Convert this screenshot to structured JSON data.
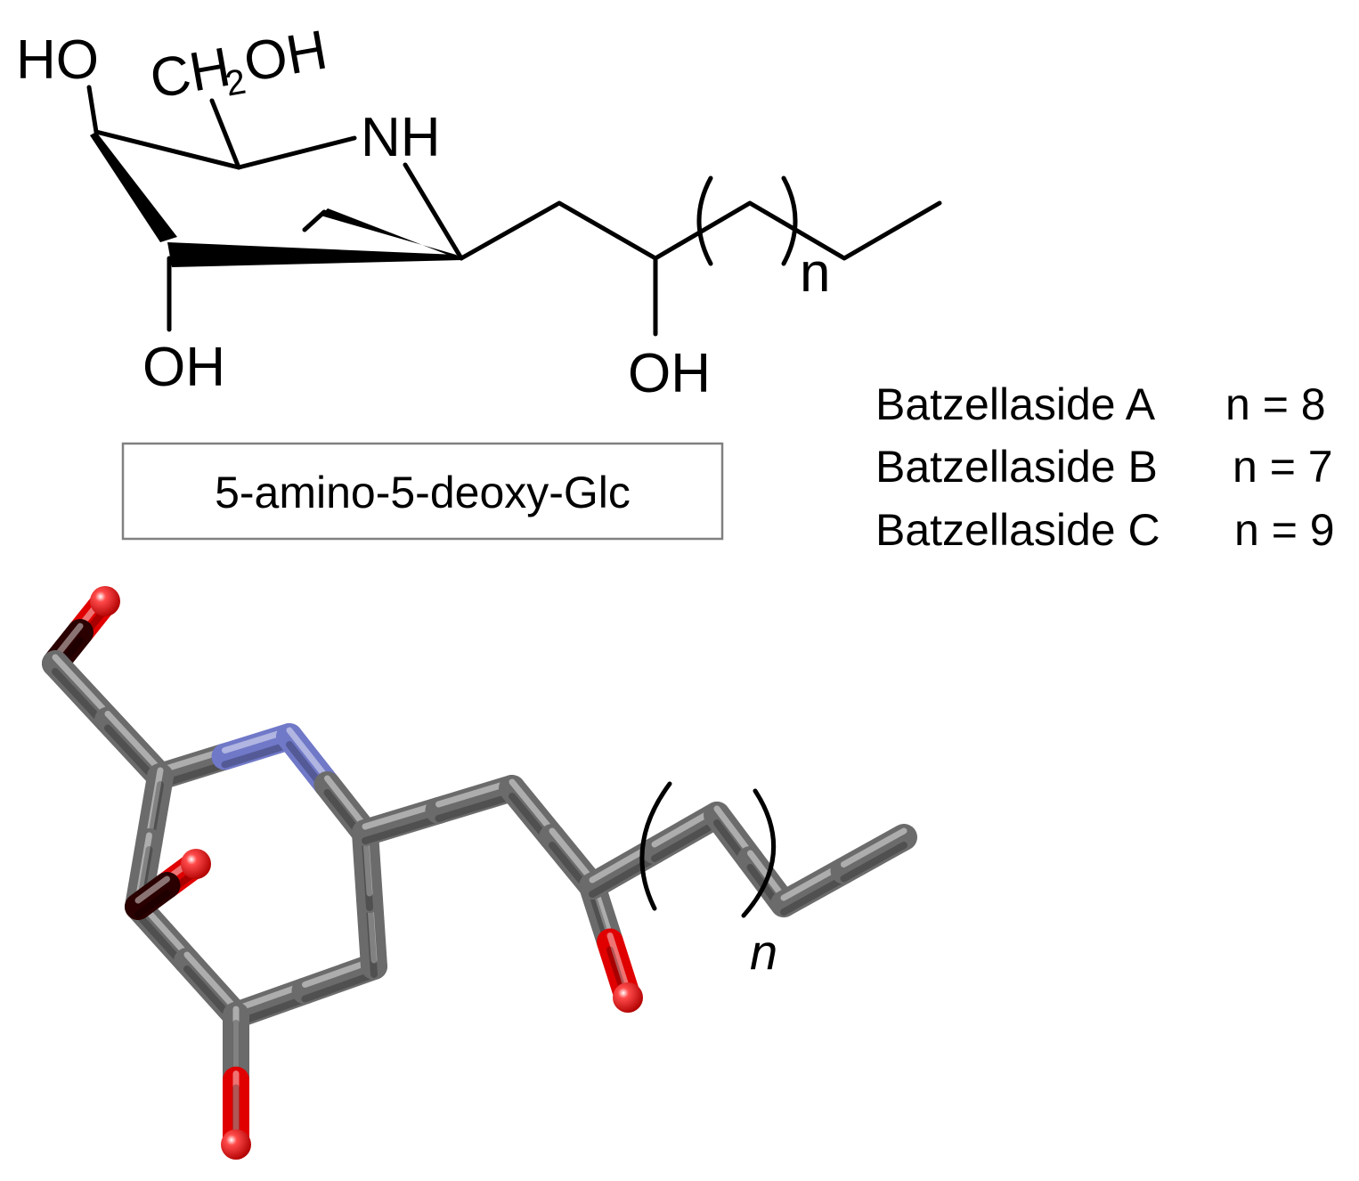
{
  "structure_2d": {
    "atoms": {
      "ho_top": "HO",
      "ch2oh_ch": "CH",
      "ch2oh_sub": "2",
      "ch2oh_oh": "OH",
      "nh": "NH",
      "oh_ring": "OH",
      "oh_chain": "OH",
      "repeat_index": "n"
    }
  },
  "box_label": "5-amino-5-deoxy-Glc",
  "compounds": [
    {
      "name": "Batzellaside A",
      "n_value": "n =  8"
    },
    {
      "name": "Batzellaside B",
      "n_value": "n = 7"
    },
    {
      "name": "Batzellaside C",
      "n_value": "n = 9"
    }
  ],
  "structure_3d": {
    "repeat_index": "n",
    "colors": {
      "carbon": "#6b6b6b",
      "nitrogen": "#7078c8",
      "oxygen": "#e00000"
    }
  }
}
